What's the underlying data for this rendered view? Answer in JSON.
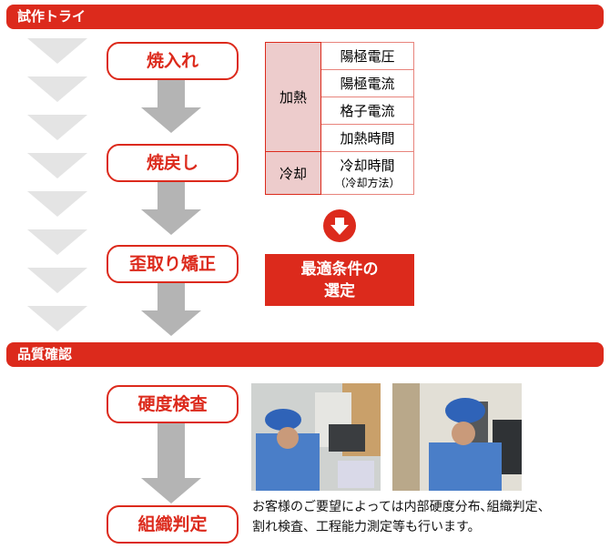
{
  "section1": {
    "title": "試作トライ"
  },
  "steps1": [
    "焼入れ",
    "焼戻し",
    "歪取り矯正"
  ],
  "table": {
    "heating": {
      "label": "加熱",
      "items": [
        "陽極電圧",
        "陽極電流",
        "格子電流",
        "加熱時間"
      ]
    },
    "cooling": {
      "label": "冷却",
      "item": "冷却時間",
      "sub": "（冷却方法）"
    }
  },
  "result": {
    "line1": "最適条件の",
    "line2": "選定"
  },
  "section2": {
    "title": "品質確認"
  },
  "steps2": [
    "硬度検査",
    "組織判定"
  ],
  "note": {
    "line1": "お客様のご要望によっては内部硬度分布､組織判定、",
    "line2": "割れ検査、工程能力測定等も行います。"
  },
  "colors": {
    "accent": "#dc2a1c"
  }
}
